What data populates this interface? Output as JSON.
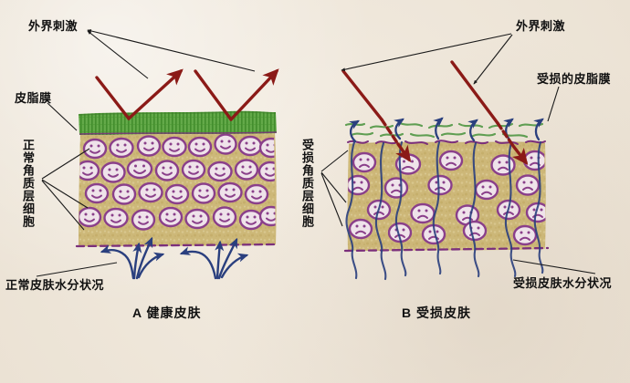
{
  "figure": {
    "background_color": "#f2ebe0",
    "style": "hand-drawn colored-pencil illustration"
  },
  "panels": [
    {
      "id": "A",
      "caption": "A 健康皮肤",
      "labels": {
        "external_stimuli": "外界刺激",
        "sebum_film": "皮脂膜",
        "corneocytes": "正常角质层细胞",
        "moisture_status": "正常皮肤水分状况"
      },
      "colors": {
        "sebum_film": "#4f9b38",
        "cell_outline": "#8a3f8a",
        "corneum_fill": "#c9b269",
        "stimulus_arrow": "#8b1a17",
        "water_arrow": "#2a3f7e",
        "basal_line": "#7b2f7b"
      },
      "cell_face": "smile",
      "sebum_film_state": "intact"
    },
    {
      "id": "B",
      "caption": "B 受损皮肤",
      "labels": {
        "external_stimuli": "外界刺激",
        "sebum_film": "受损的皮脂膜",
        "corneocytes": "受损角质层细胞",
        "moisture_status": "受损皮肤水分状况"
      },
      "colors": {
        "sebum_film": "#5f9e52",
        "cell_outline": "#8a3f8a",
        "corneum_fill": "#c9b269",
        "stimulus_arrow": "#8b1a17",
        "water_arrow": "#2a3f7e",
        "basal_line": "#7b2f7b"
      },
      "cell_face": "frown",
      "sebum_film_state": "broken"
    }
  ],
  "annotations": {
    "left_stimuli": "外界刺激",
    "left_sebum": "皮脂膜",
    "left_cells": "正常角质层细胞",
    "left_moisture": "正常皮肤水分状况",
    "left_caption": "A 健康皮肤",
    "right_stimuli": "外界刺激",
    "right_sebum": "受损的皮脂膜",
    "right_cells": "受损角质层细胞",
    "right_moisture": "受损皮肤水分状况",
    "right_caption": "B 受损皮肤"
  }
}
